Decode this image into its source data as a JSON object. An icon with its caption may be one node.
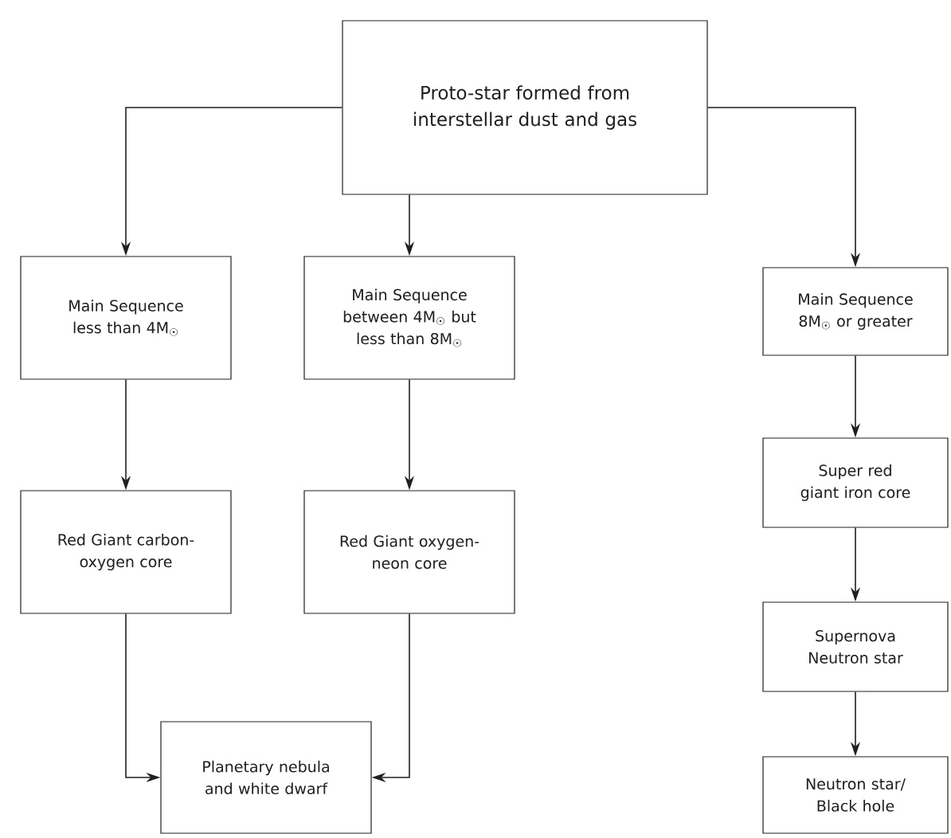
{
  "diagram": {
    "nodes": [
      {
        "text": [
          "Proto-star formed from interstellar dust and gas"
        ]
      },
      {
        "text": [
          "Main Sequence less than 4M$_{☉}$"
        ]
      },
      {
        "text": [
          "Main Sequence between 4M$_{☉}$ but less than 8M$_{☉}$"
        ]
      },
      {
        "text": [
          "Main Sequence 8M$_{☉}$ or greater"
        ]
      },
      {
        "text": [
          "Red Giant carbon-oxygen core"
        ]
      },
      {
        "text": [
          "Red Giant oxygen-neon core"
        ]
      },
      {
        "text": [
          "Planetary nebula and white dwarf"
        ]
      },
      {
        "text": [
          "Super red giant iron core"
        ]
      },
      {
        "text": [
          "Supernova Neutron star"
        ]
      },
      {
        "text": [
          "Neutron star/ Black hole"
        ]
      }
    ],
    "edges": [
      {
        "from": 0,
        "to": 1,
        "arrow": "to"
      },
      {
        "from": 0,
        "to": 2,
        "arrow": "to"
      },
      {
        "from": 0,
        "to": 3,
        "arrow": "to"
      },
      {
        "from": 1,
        "to": 4,
        "arrow": "to"
      },
      {
        "from": 2,
        "to": 5,
        "arrow": "to"
      },
      {
        "from": 4,
        "to": 6,
        "arrow": "to"
      },
      {
        "from": 5,
        "to": 6,
        "arrow": "to"
      },
      {
        "from": 3,
        "to": 7,
        "arrow": "to"
      },
      {
        "from": 7,
        "to": 8,
        "arrow": "to"
      },
      {
        "from": 8,
        "to": 9,
        "arrow": "to"
      }
    ]
  }
}
